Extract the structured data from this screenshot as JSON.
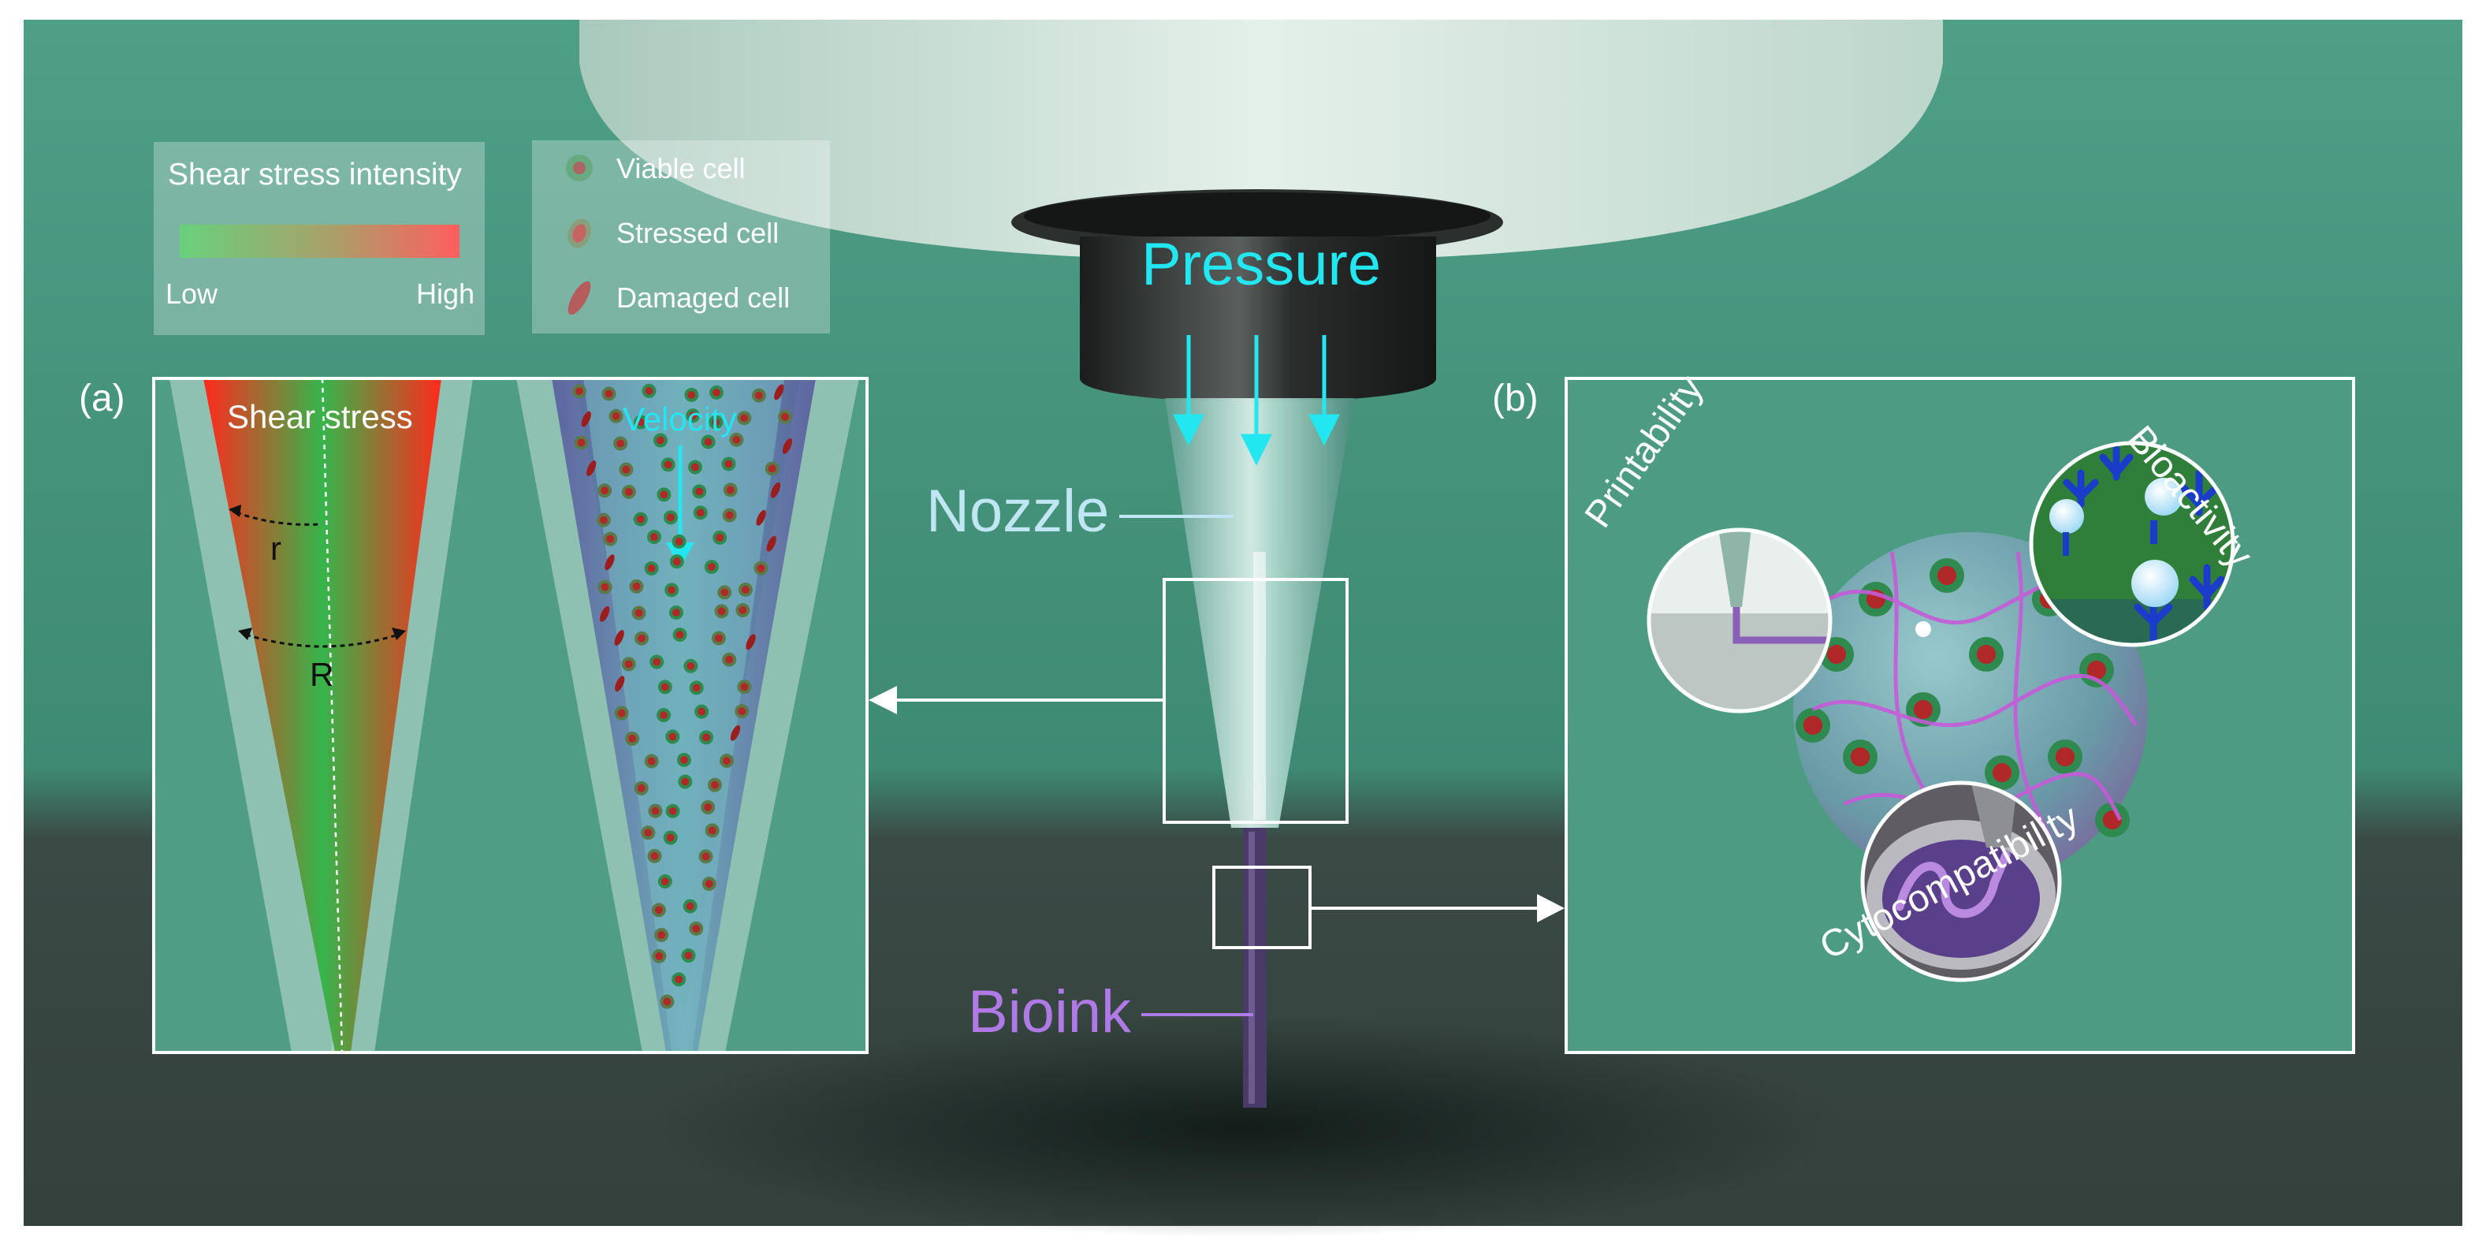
{
  "legend_shear": {
    "title": "Shear stress intensity",
    "low_label": "Low",
    "high_label": "High",
    "gradient_low_color": "#2fbf4a",
    "gradient_high_color": "#ff2020"
  },
  "legend_cells": {
    "items": [
      {
        "label": "Viable cell",
        "icon": "viable-cell-icon"
      },
      {
        "label": "Stressed cell",
        "icon": "stressed-cell-icon"
      },
      {
        "label": "Damaged cell",
        "icon": "damaged-cell-icon"
      }
    ]
  },
  "main": {
    "pressure_label": "Pressure",
    "nozzle_label": "Nozzle",
    "bioink_label": "Bioink",
    "pressure_color": "#22e6f0",
    "nozzle_color": "#bfe6f2",
    "bioink_color": "#b07ae6"
  },
  "panel_a": {
    "tag": "(a)",
    "shear_label": "Shear stress",
    "velocity_label": "Velocity",
    "r_label": "r",
    "R_label": "R"
  },
  "panel_b": {
    "tag": "(b)",
    "printability_label": "Printability",
    "bioactivity_label": "Bioactivity",
    "cytocompatibility_label": "Cytocompatibility"
  },
  "colors": {
    "background_green": "#4e9d84",
    "floor_dark": "#3a4b46"
  }
}
